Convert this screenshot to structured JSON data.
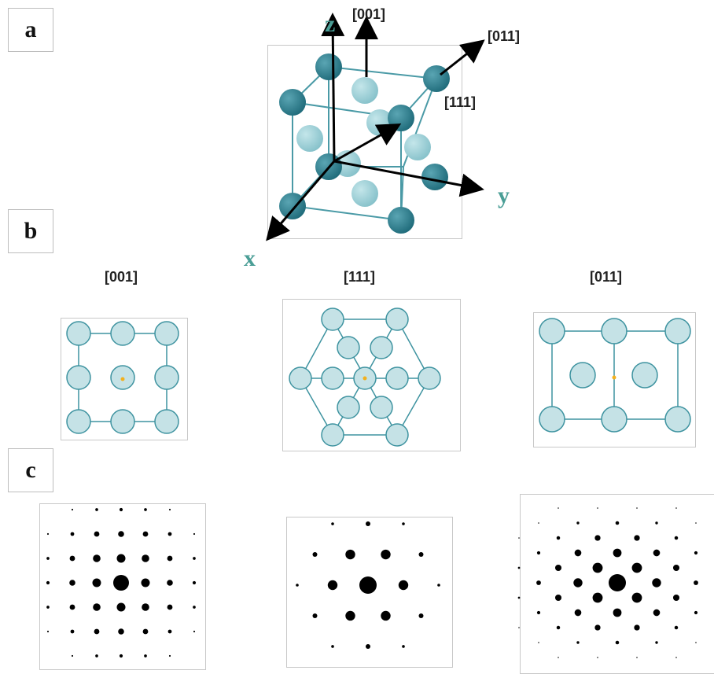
{
  "panels": {
    "a": "a",
    "b": "b",
    "c": "c"
  },
  "crystal": {
    "dir_001": "[001]",
    "dir_011": "[011]",
    "dir_111": "[111]",
    "axis_x": "x",
    "axis_y": "y",
    "axis_z": "z"
  },
  "projections": {
    "p001": "[001]",
    "p111": "[111]",
    "p011": "[011]"
  },
  "colors": {
    "atom_dark": "#2f7f8f",
    "atom_light": "#9ccfd6",
    "projection_fill": "#c5e2e6",
    "projection_stroke": "#3e93a0",
    "center_dot": "#f2b01e",
    "spot": "#000000"
  }
}
